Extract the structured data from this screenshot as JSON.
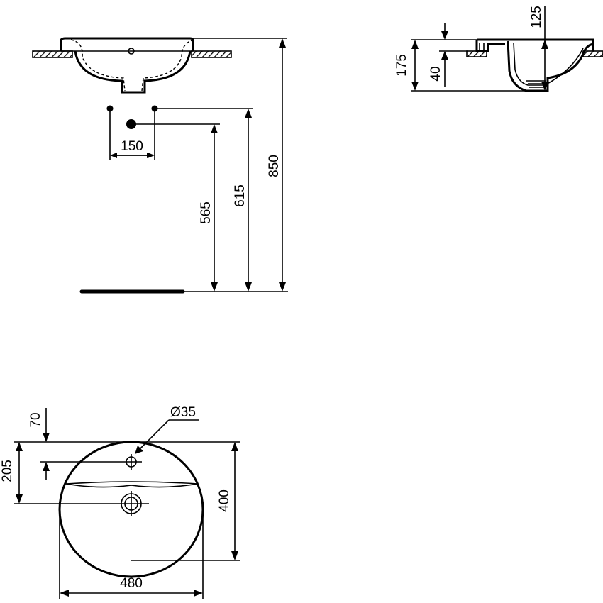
{
  "drawing": {
    "title": "Countertop washbasin technical drawing",
    "units": "mm",
    "colors": {
      "line": "#000000",
      "background": "#ffffff"
    },
    "front_view": {
      "dimensions": {
        "tap_spacing": "150",
        "waste_height": "565",
        "supply_height": "615",
        "rim_height": "850"
      }
    },
    "side_view": {
      "dimensions": {
        "total_depth": "175",
        "counter_offset": "40",
        "bowl_depth": "125"
      }
    },
    "top_view": {
      "dimensions": {
        "tap_hole_offset": "70",
        "tap_hole_diameter": "Ø35",
        "waste_offset": "205",
        "depth": "400",
        "width": "480"
      }
    }
  }
}
